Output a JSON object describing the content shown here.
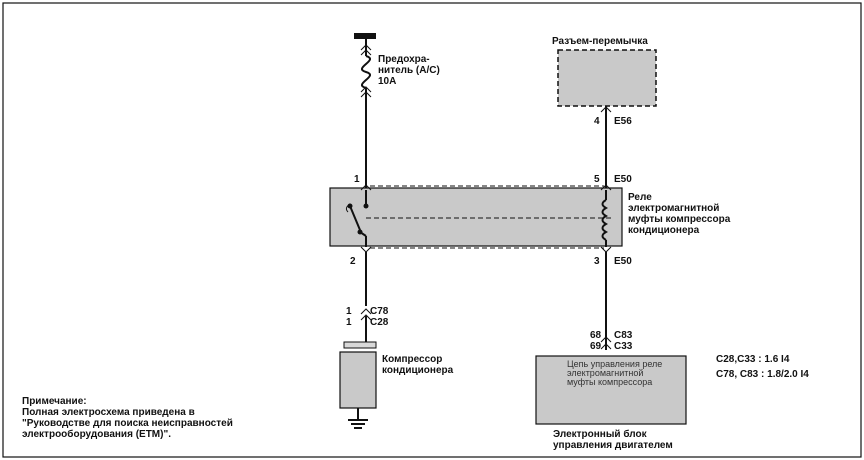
{
  "fuse": {
    "label_line1": "Предохра-",
    "label_line2": "нитель (A/C)",
    "label_line3": "10A"
  },
  "jumper_connector": {
    "label": "Разъем-перемычка",
    "pin": "4",
    "connector": "E56"
  },
  "relay": {
    "label_line1": "Реле",
    "label_line2": "электромагнитной",
    "label_line3": "муфты компрессора",
    "label_line4": "кондиционера",
    "pin_top_left": "1",
    "pin_top_right": "5",
    "pin_bottom_left": "2",
    "pin_bottom_right": "3",
    "connector_top": "E50",
    "connector_bottom": "E50"
  },
  "compressor_connectors": {
    "pin1": "1",
    "pin2": "1",
    "conn1": "C78",
    "conn2": "C28"
  },
  "compressor": {
    "label_line1": "Компрессор",
    "label_line2": "кондиционера"
  },
  "ecu_connectors": {
    "pin1": "68",
    "pin2": "69",
    "conn1": "C83",
    "conn2": "C33"
  },
  "ecu": {
    "inner_line1": "Цепь управления реле",
    "inner_line2": "электромагнитной",
    "inner_line3": "муфты компрессора",
    "label_line1": "Электронный блок",
    "label_line2": "управления двигателем"
  },
  "legend": {
    "line1": "C28,C33 : 1.6 I4",
    "line2": "C78, C83 : 1.8/2.0 I4"
  },
  "note": {
    "title": "Примечание:",
    "line1": "Полная электросхема приведена в",
    "line2": "\"Руководстве для поиска неисправностей",
    "line3": "электрооборудования (ETM)\"."
  }
}
